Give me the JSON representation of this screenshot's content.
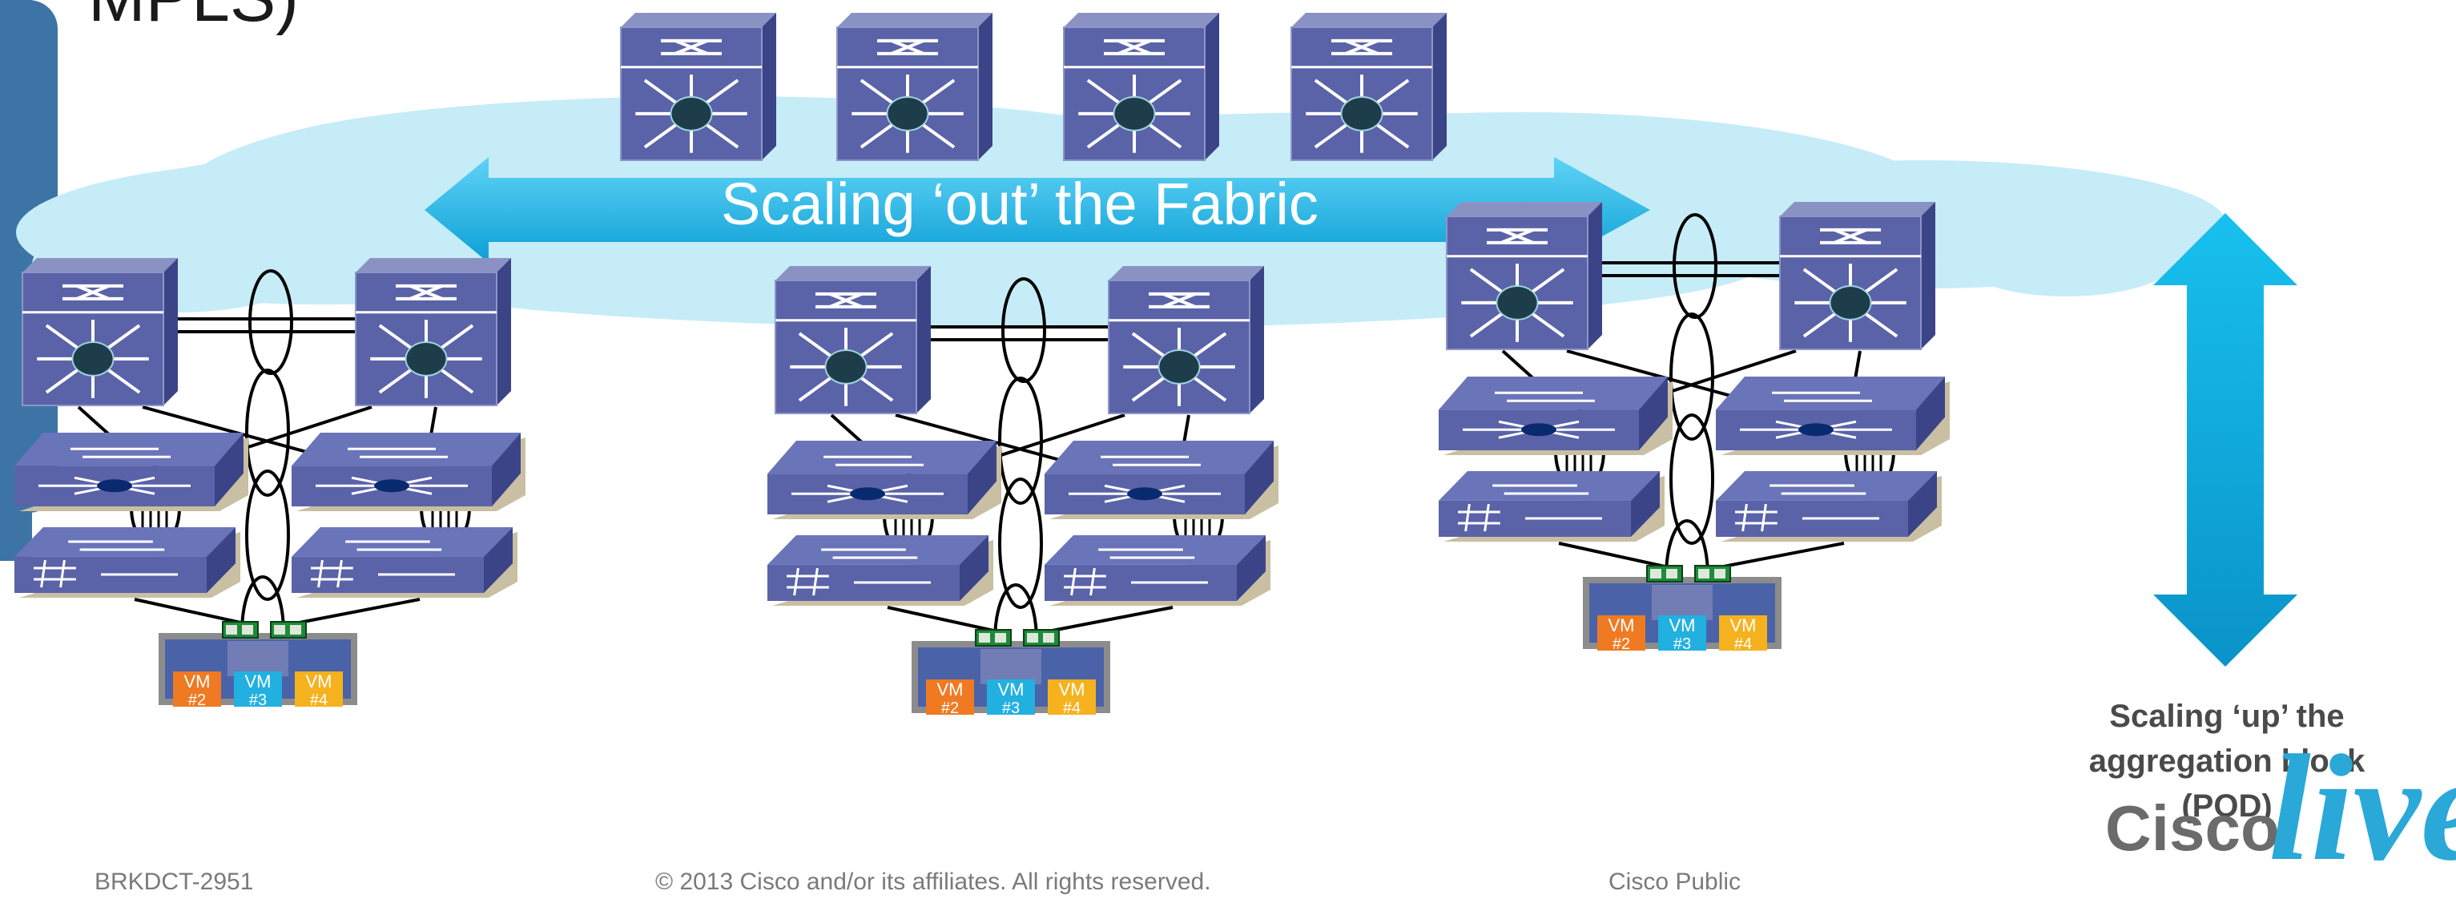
{
  "slide": {
    "title_fragment": "MPLS)",
    "banner_label": "Scaling ‘out’ the Fabric",
    "side_label": "Scaling ‘up’ the aggregation block (POD)"
  },
  "footer": {
    "session_code": "BRKDCT-2951",
    "copyright": "© 2013 Cisco and/or its affiliates. All rights reserved.",
    "classification": "Cisco Public"
  },
  "logo": {
    "brand": "Cisco",
    "event": "live!"
  },
  "pods": [
    {
      "name": "pod-left",
      "vms": [
        "VM #2",
        "VM #3",
        "VM #4"
      ]
    },
    {
      "name": "pod-middle",
      "vms": [
        "VM #2",
        "VM #3",
        "VM #4"
      ]
    },
    {
      "name": "pod-right",
      "vms": [
        "VM #2",
        "VM #3",
        "VM #4"
      ]
    }
  ],
  "icons": {
    "core_switch": "multilayer-switch-icon",
    "access_switch": "layer2-switch-icon",
    "fabric_extender": "fabric-extender-icon",
    "server": "server-chassis-icon",
    "nic": "network-adapter-icon"
  },
  "colors": {
    "switch_top": "#8a92c4",
    "switch_front": "#5a63a8",
    "switch_side": "#3c4488",
    "cloud": "#c6ecf8",
    "arrow": "#12b4e6",
    "vm_orange": "#f07a22",
    "vm_blue": "#22b0e0",
    "vm_yellow": "#f5b21e",
    "server_body": "#4a63a8"
  }
}
